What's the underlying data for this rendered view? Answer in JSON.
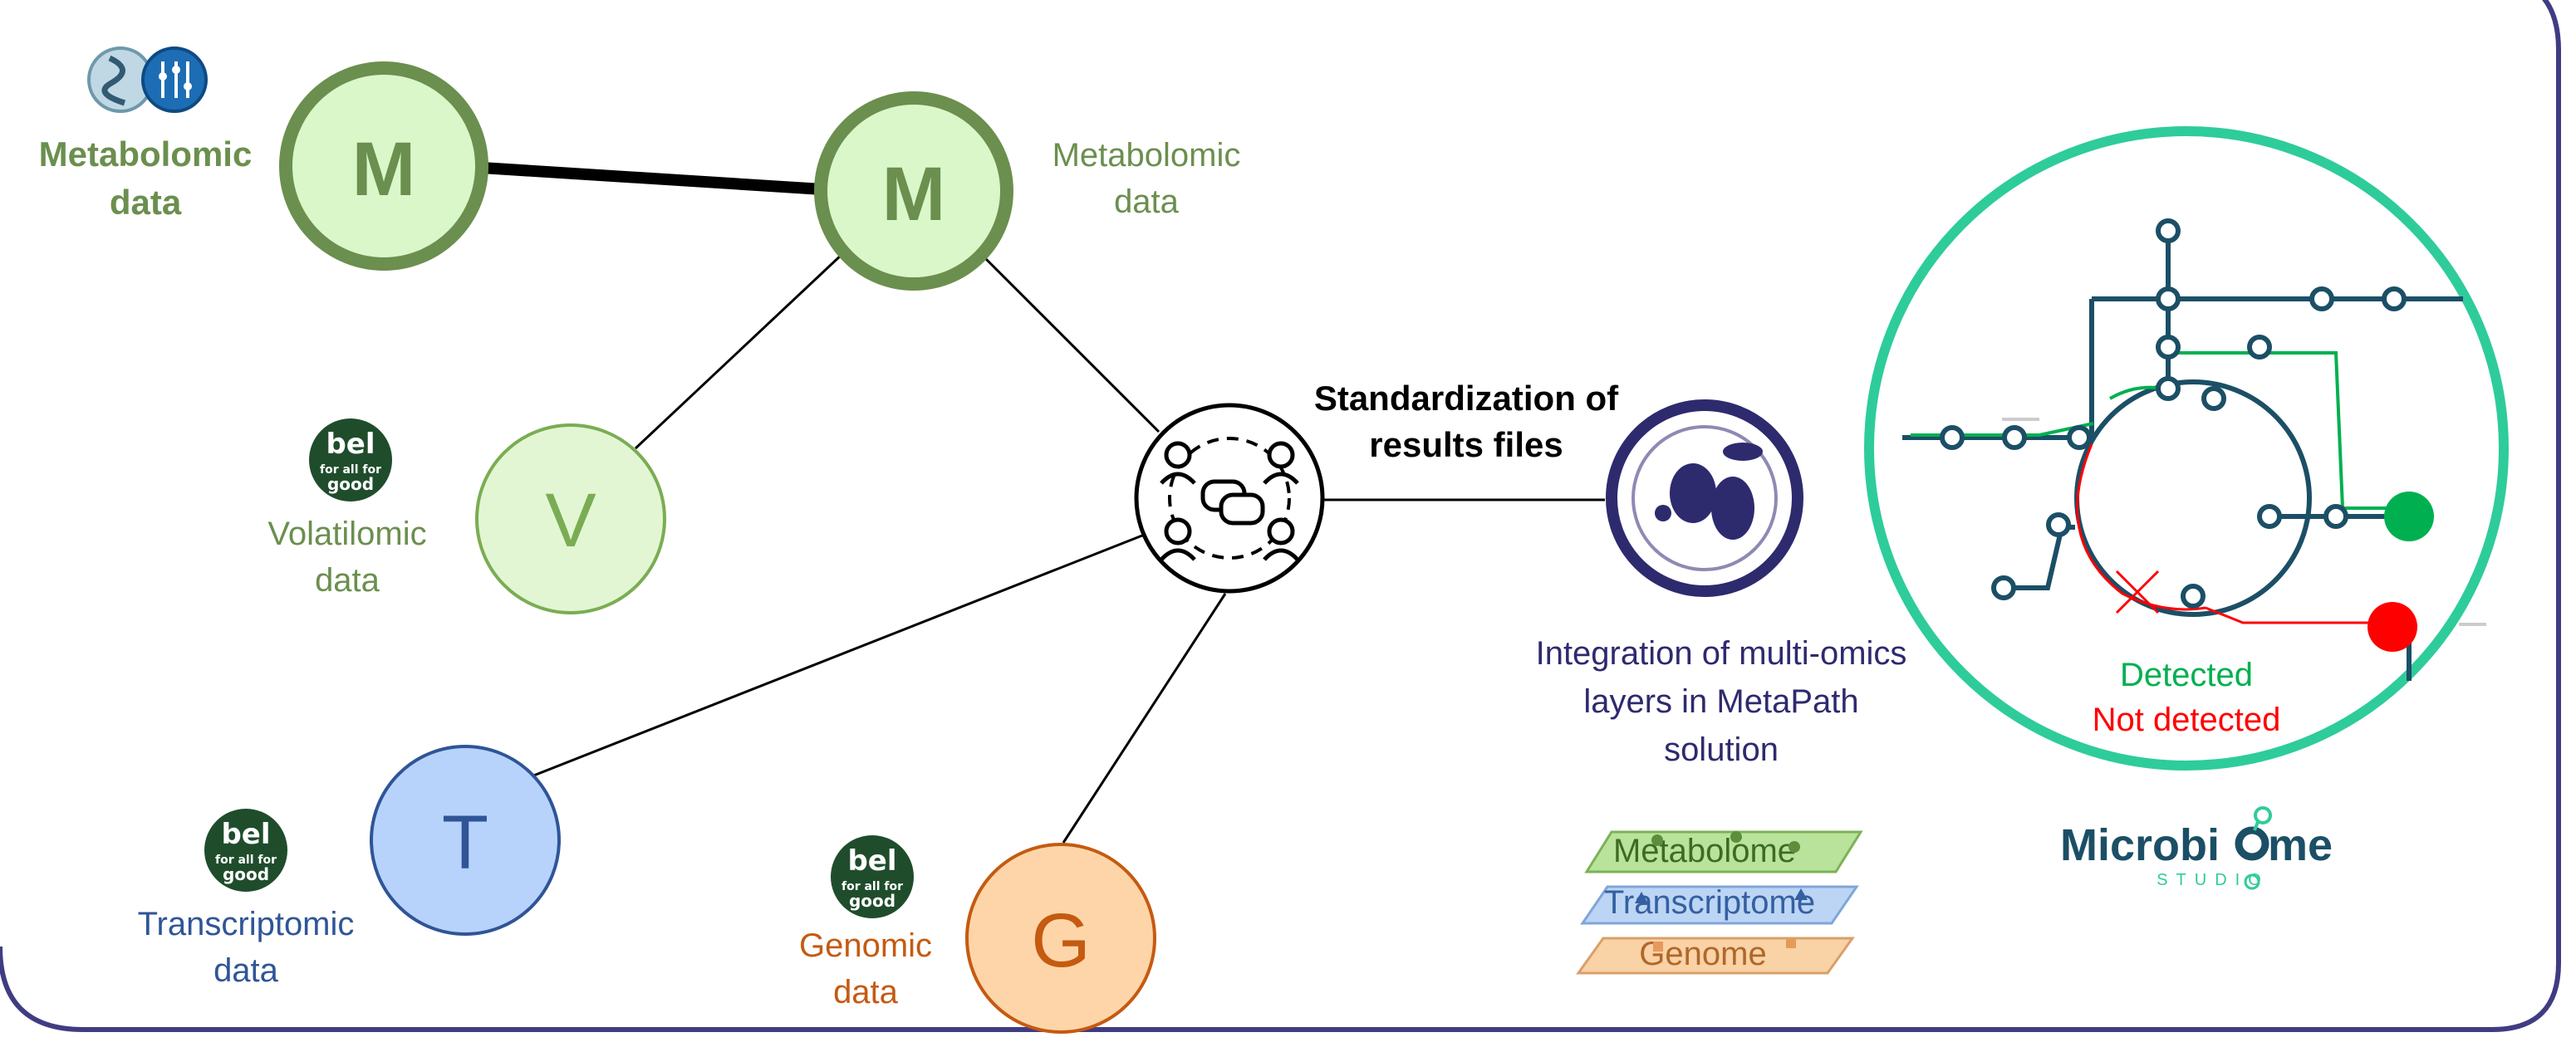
{
  "nodes": {
    "metabolomic_left": {
      "letter": "M",
      "label_line1": "Metabolomic",
      "label_line2": "data"
    },
    "metabolomic_right": {
      "letter": "M",
      "label_line1": "Metabolomic",
      "label_line2": "data"
    },
    "volatilomic": {
      "letter": "V",
      "label_line1": "Volatilomic",
      "label_line2": "data"
    },
    "transcriptomic": {
      "letter": "T",
      "label_line1": "Transcriptomic",
      "label_line2": "data"
    },
    "genomic": {
      "letter": "G",
      "label_line1": "Genomic",
      "label_line2": "data"
    }
  },
  "hub": {
    "label_line1": "Standardization of",
    "label_line2": "results files"
  },
  "metapath": {
    "label_line1": "Integration of multi-omics",
    "label_line2": "layers in MetaPath",
    "label_line3": "solution"
  },
  "layers": {
    "top": "Metabolome",
    "middle": "Transcriptome",
    "bottom": "Genome"
  },
  "pathway": {
    "legend_detected": "Detected",
    "legend_not_detected": "Not detected"
  },
  "bel_logo": {
    "line1": "bel",
    "line2": "for all for",
    "line3": "good"
  },
  "brand": {
    "name_part1": "Microbi",
    "name_part2": "me",
    "tagline": "STUDIO"
  },
  "colors": {
    "border": "#403c82",
    "metabolomic_green": "#6b8f4e",
    "volatilomic_green": "#7aad53",
    "transcriptomic_blue": "#2f5597",
    "genomic_orange": "#c55a11",
    "metapath_purple": "#2e2a6e",
    "pathway_teal": "#1b4f66",
    "detected_green": "#00b050",
    "not_detected_red": "#ff0000",
    "ring_green": "#2ecc9a"
  },
  "icons": [
    "metabolomics-db-icon",
    "bel-logo",
    "collaboration-icon",
    "microbe-icon",
    "omics-layers-icon",
    "microbiome-studio-logo"
  ]
}
